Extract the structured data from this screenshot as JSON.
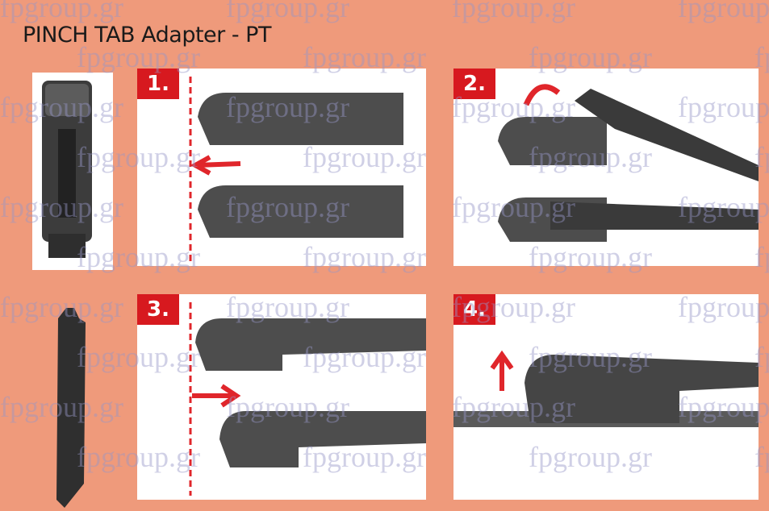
{
  "title": "PINCH TAB Adapter - PT",
  "steps": [
    {
      "label": "1."
    },
    {
      "label": "2."
    },
    {
      "label": "3."
    },
    {
      "label": "4."
    }
  ],
  "watermark": "fpgroup.gr",
  "colors": {
    "background": "#ef9a7b",
    "badge": "#d7191f",
    "arrow": "#e0262b",
    "part": "#4a4a4a"
  }
}
